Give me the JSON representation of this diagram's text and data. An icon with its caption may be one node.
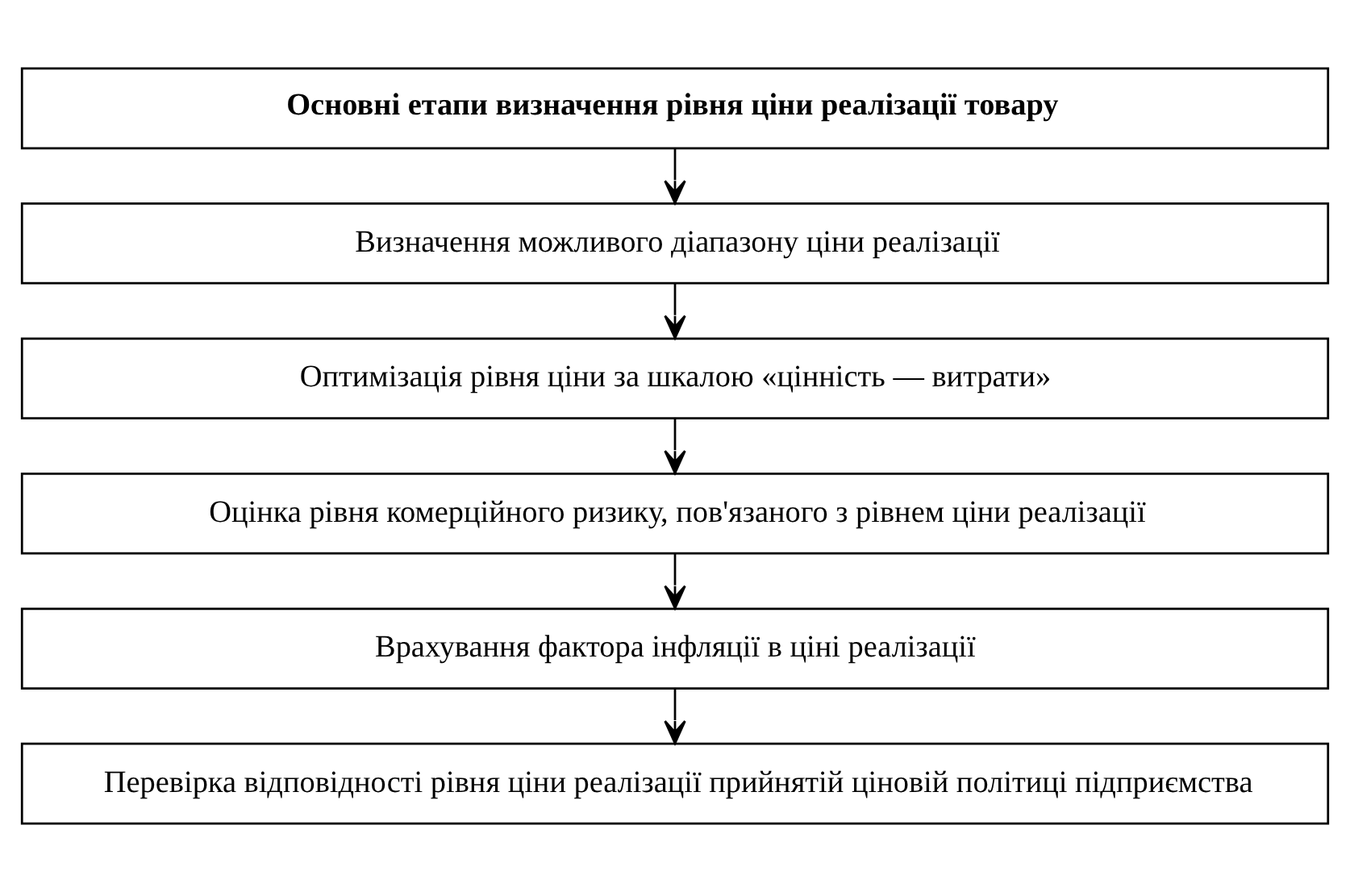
{
  "diagram": {
    "nodes": [
      {
        "text": [
          "Основні етапи визначення рівня ціни реалізації товару"
        ]
      },
      {
        "text": [
          "Визначення можливого діапазону ціни реалізації"
        ]
      },
      {
        "text": [
          "Оптимізація рівня ціни за шкалою «цінність — витрати»"
        ]
      },
      {
        "text": [
          "Оцінка рівня комерційного ризику, пов'язаного з рівнем ціни реалізації"
        ]
      },
      {
        "text": [
          "Врахування фактора інфляції в ціні реалізації"
        ]
      },
      {
        "text": [
          "Перевірка відповідності рівня ціни реалізації прийнятій ціновій політиці підприємства"
        ]
      }
    ],
    "edges": [
      {
        "from": 0,
        "to": 1,
        "arrow": "to"
      },
      {
        "from": 1,
        "to": 2,
        "arrow": "to"
      },
      {
        "from": 2,
        "to": 3,
        "arrow": "to"
      },
      {
        "from": 3,
        "to": 4,
        "arrow": "to"
      },
      {
        "from": 4,
        "to": 5,
        "arrow": "to"
      }
    ]
  }
}
